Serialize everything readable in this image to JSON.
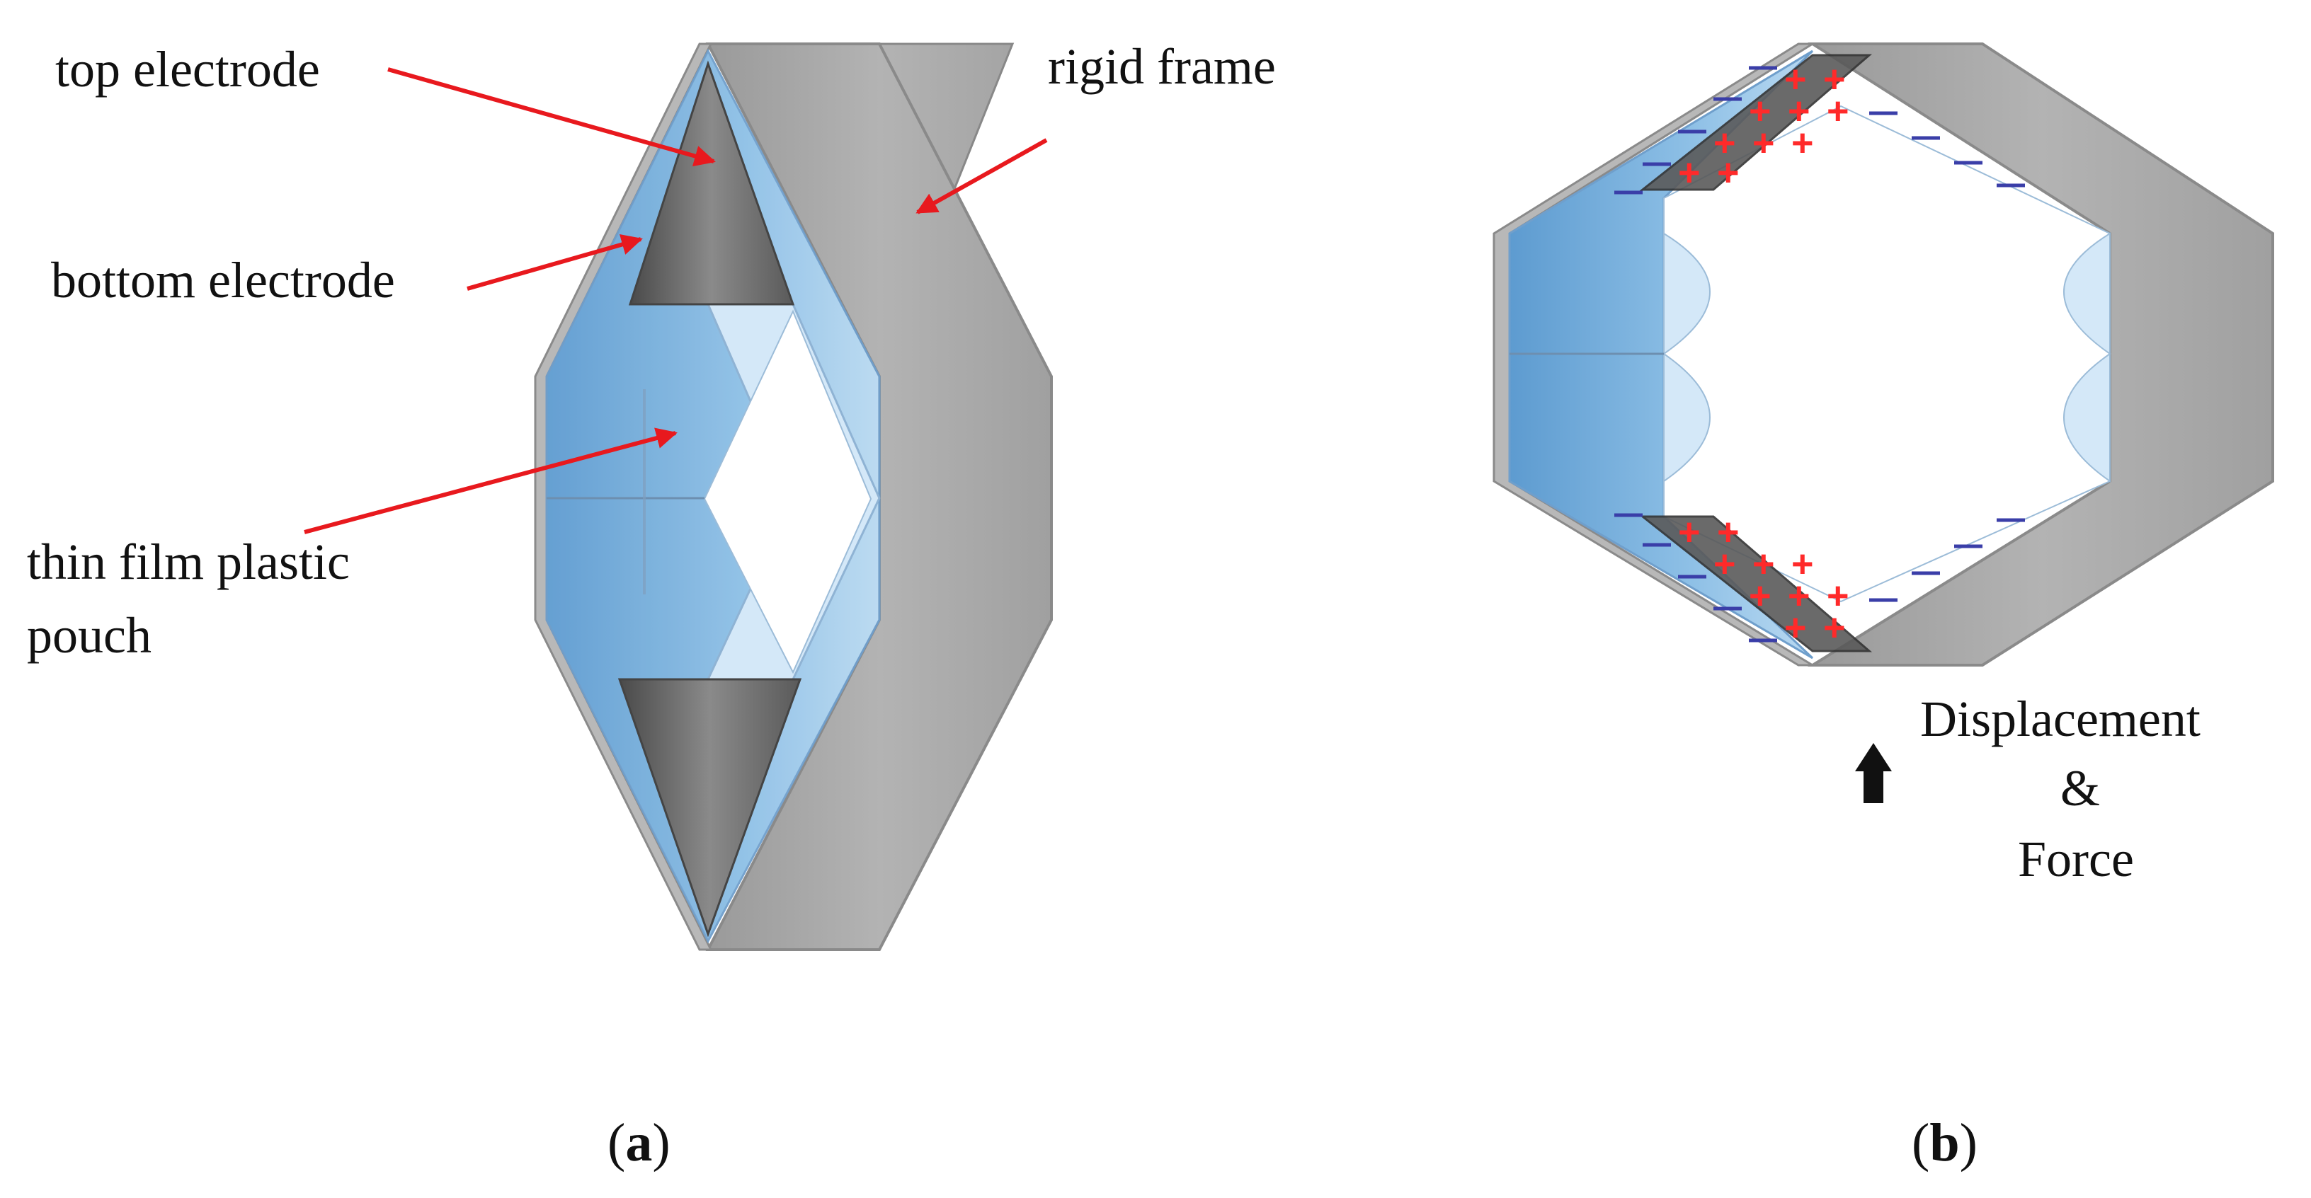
{
  "panel_a": {
    "labels": {
      "top_electrode": "top electrode",
      "rigid_frame": "rigid frame",
      "bottom_electrode": "bottom electrode",
      "thin_film_line1": "thin film plastic",
      "thin_film_line2": "pouch"
    },
    "caption": {
      "open": "(",
      "letter": "a",
      "close": ")"
    }
  },
  "panel_b": {
    "labels": {
      "displacement": "Displacement",
      "ampersand": "&",
      "force": "Force"
    },
    "charge_symbols": {
      "positive": "+",
      "negative": "−"
    },
    "caption": {
      "open": "(",
      "letter": "b",
      "close": ")"
    }
  },
  "colors": {
    "frame": "#a9a9a9",
    "frame_dark": "#8c8c8c",
    "pouch_blue": "#7fb4df",
    "pouch_light": "#d4e8f8",
    "electrode": "#6b6b6b",
    "arrow_red": "#e8191e",
    "positive": "#ff2a2a",
    "negative": "#3a3ea8"
  }
}
